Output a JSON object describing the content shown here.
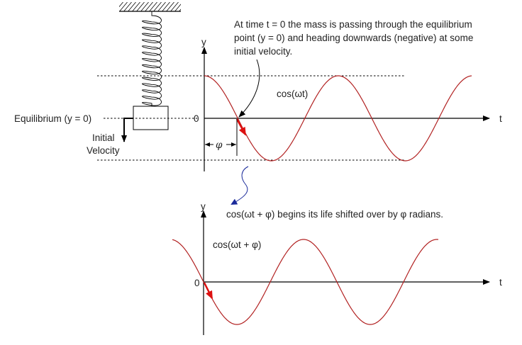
{
  "spring": {
    "equilibrium_label": "Equilibrium (y = 0)",
    "velocity_label_line1": "Initial",
    "velocity_label_line2": "Velocity"
  },
  "top_plot": {
    "y_label": "y",
    "t_label": "t",
    "zero_label": "0",
    "curve_label": "cos(ωt)",
    "phi_label": "φ",
    "annotation": [
      "At time t = 0 the mass is passing through the equilibrium",
      "point (y = 0) and heading downwards (negative) at some",
      "initial velocity."
    ],
    "phase_offset_rad": 0,
    "cycles": 2
  },
  "bottom_plot": {
    "y_label": "y",
    "t_label": "t",
    "zero_label": "0",
    "curve_label": "cos(ωt + φ)",
    "caption": "cos(ωt + φ) begins its life shifted over by φ radians.",
    "phase_offset_rad": 1.5708
  },
  "colors": {
    "curve": "#b22222",
    "velocity_arrow": "#dd1111",
    "squiggle": "#1a2a9a",
    "ink": "#000000"
  }
}
